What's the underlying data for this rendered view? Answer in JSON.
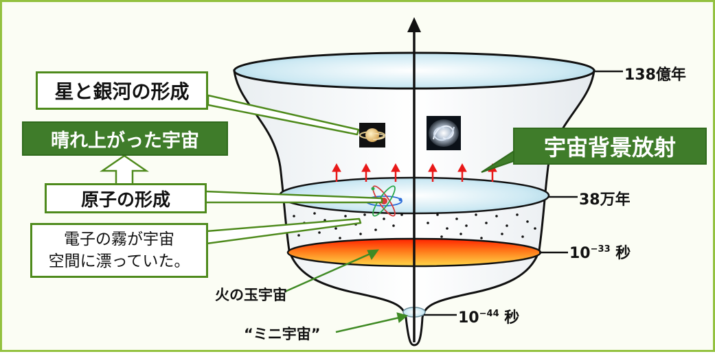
{
  "boxes": {
    "stars_galaxies": "星と銀河の形成",
    "clear_universe": "晴れ上がった宇宙",
    "cmb": "宇宙背景放射",
    "atoms": "原子の形成",
    "electron_fog_line1": "電子の霧が宇宙",
    "electron_fog_line2": "空間に漂っていた。"
  },
  "time_labels": {
    "t138": "138億年",
    "t38": "38万年",
    "t33_base": "10",
    "t33_exp": "−33",
    "t33_unit": " 秒",
    "t44_base": "10",
    "t44_exp": "−44",
    "t44_unit": " 秒"
  },
  "labels": {
    "fireball": "火の玉宇宙",
    "mini": "“ミニ宇宙”"
  },
  "colors": {
    "frame": "#93c13f",
    "box_border": "#4e8a1c",
    "box_fill_dark": "#3f7c2a",
    "disk_blue": "#c9e6f0",
    "fire_top": "#ff2a00",
    "fire_bottom": "#ffd23a",
    "arrow_red": "#e81818"
  }
}
